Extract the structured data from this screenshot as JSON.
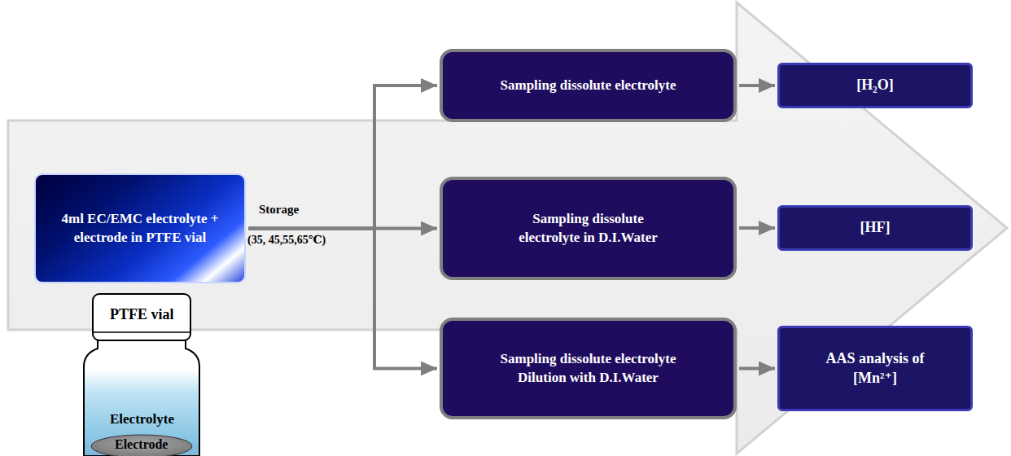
{
  "diagram": {
    "nodes": [
      {
        "text": [
          "4ml EC/EMC electrolyte + electrode in PTFE vial"
        ]
      },
      {
        "text": [
          "Sampling dissolute electrolyte"
        ]
      },
      {
        "text": [
          "Sampling dissolute electrolyte in D.I.Water"
        ]
      },
      {
        "text": [
          "Sampling dissolute electrolyte Dilution with D.I.Water"
        ]
      },
      {
        "text": [
          "[H₂O]"
        ]
      },
      {
        "text": [
          "[HF]"
        ]
      },
      {
        "text": [
          "AAS analysis of [Mn²⁺]"
        ]
      }
    ],
    "edges": [
      {
        "from": 0,
        "to": 1,
        "arrow": "to"
      },
      {
        "from": 0,
        "to": 2,
        "arrow": "to"
      },
      {
        "from": 0,
        "to": 3,
        "arrow": "to"
      },
      {
        "from": 1,
        "to": 4,
        "arrow": "to"
      },
      {
        "from": 2,
        "to": 5,
        "arrow": "to"
      },
      {
        "from": 3,
        "to": 6,
        "arrow": "to"
      }
    ],
    "labels": [
      "Storage",
      "(35, 45,55,65℃)",
      "PTFE vial",
      "Electrolyte",
      "Electrode"
    ]
  }
}
